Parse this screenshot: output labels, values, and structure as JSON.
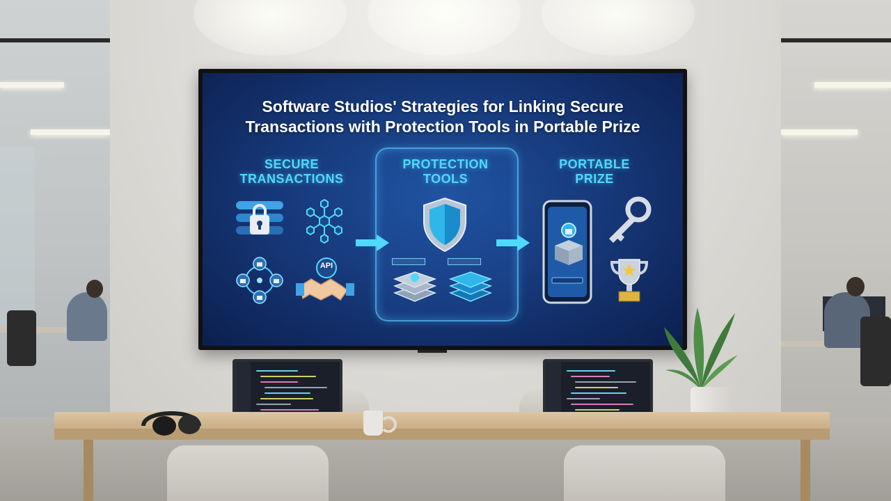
{
  "slide": {
    "title_line1": "Software Studios' Strategies for Linking Secure",
    "title_line2": "Transactions with Protection Tools in Portable Prize",
    "col1_line1": "SECURE",
    "col1_line2": "TRANSACTIONS",
    "col2_line1": "PROTECTION",
    "col2_line2": "TOOLS",
    "col3_line1": "PORTABLE",
    "col3_line2": "PRIZE",
    "api_label": "API"
  },
  "icons": [
    "server-lock-icon",
    "hexagon-network-icon",
    "lock-network-icon",
    "api-handshake-icon",
    "shield-icon",
    "layer-stack-icon",
    "smartphone-icon",
    "treasure-chest-icon",
    "key-icon",
    "trophy-icon"
  ],
  "colors": {
    "accent": "#4fd9ff",
    "screen": "#173a7c"
  }
}
